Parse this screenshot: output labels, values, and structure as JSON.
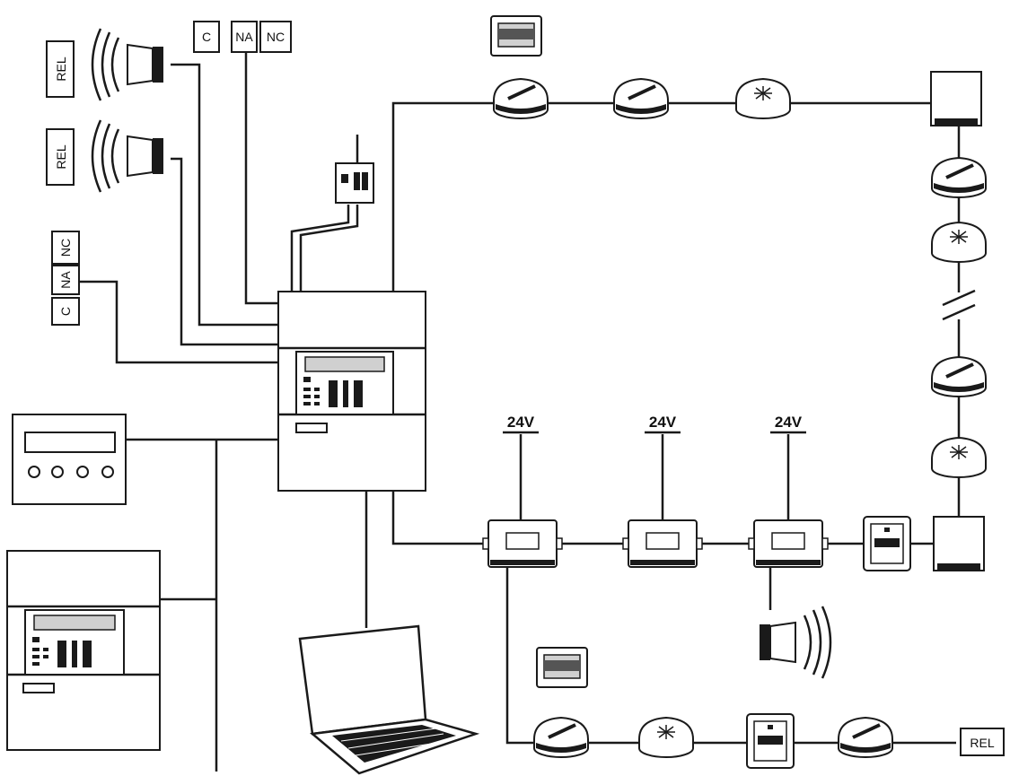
{
  "labels": {
    "rel": "REL",
    "c": "C",
    "na": "NA",
    "nc": "NC",
    "v24": "24V"
  },
  "colors": {
    "line": "#1a1a1a",
    "panel_fill": "#ffffff",
    "display_fill": "#d0d0d0"
  },
  "icons": [
    "siren-icon",
    "heat-detector-icon",
    "optical-detector-icon",
    "manual-call-point-icon",
    "interface-module-icon",
    "laptop-icon",
    "control-panel-icon",
    "repeater-panel-icon",
    "relay-box-icon"
  ]
}
